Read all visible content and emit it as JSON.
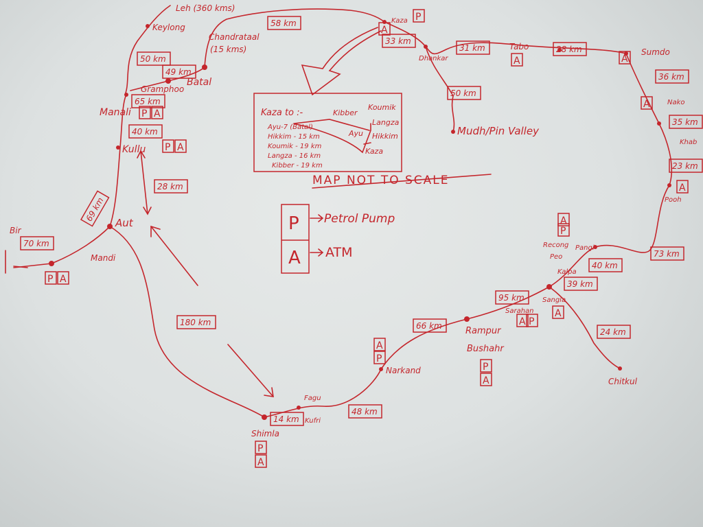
{
  "title": "MAP NOT TO SCALE",
  "ink_color": "#c4262c",
  "places": {
    "leh": "Leh (360 kms)",
    "keylong": "Keylong",
    "chandrataal": "Chandrataal",
    "chandrataal_dist": "(15 kms)",
    "gramphoo": "Gramphoo",
    "batal": "Batal",
    "manali": "Manali",
    "kullu": "Kullu",
    "aut": "Aut",
    "bir": "Bir",
    "mandi": "Mandi",
    "shimla": "Shimla",
    "kufri": "Kufri",
    "fagu": "Fagu",
    "narkanda": "Narkand",
    "rampur": "Rampur",
    "bushahr": "Bushahr",
    "sarahan": "Sarahan",
    "sangla": "Sangla",
    "chitkul": "Chitkul",
    "kalpa": "Kalpa",
    "recong_peo": "Recong",
    "recong_peo2": "Peo",
    "pangi": "Pangi",
    "pooh": "Pooh",
    "khab": "Khab",
    "nako": "Nako",
    "sumdo": "Sumdo",
    "tabo": "Tabo",
    "dhankar": "Dhankar",
    "mudh": "Mudh/Pin Valley",
    "kaza": "Kaza"
  },
  "distances": [
    "360",
    "50 km",
    "49 km",
    "65 km",
    "40 km",
    "28 km",
    "69 km",
    "70 km",
    "180 km",
    "14 km",
    "48 km",
    "66 km",
    "95 km",
    "39 km",
    "40 km",
    "24 km",
    "73 km",
    "23 km",
    "35 km",
    "36 km",
    "28 km",
    "31 km",
    "33 km",
    "58 km",
    "50 km"
  ],
  "legend": {
    "p_symbol": "P",
    "p_label": "Petrol Pump",
    "a_symbol": "A",
    "a_label": "ATM"
  },
  "kaza_box": {
    "heading": "Kaza to :-",
    "list": [
      "Ayu-7 (Batal)",
      "Hikkim - 15 km",
      "Koumik - 19 km",
      "Langza - 16 km",
      "Kibber - 19 km"
    ],
    "diagram": {
      "kibber": "Kibber",
      "koumik": "Koumik",
      "langza": "Langza",
      "ayu": "Ayu",
      "hikkim": "Hikkim",
      "kaza": "Kaza"
    }
  },
  "markers": {
    "p": "P",
    "a": "A"
  }
}
